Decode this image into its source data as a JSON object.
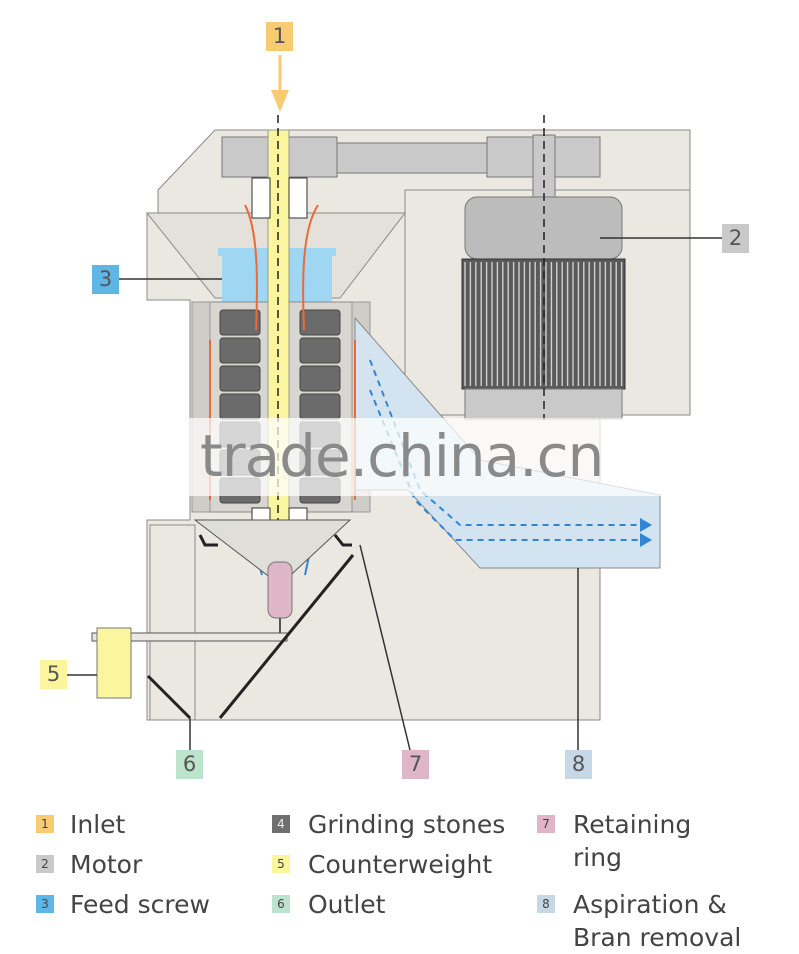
{
  "callouts": [
    {
      "num": "1",
      "color": "#f6cb72"
    },
    {
      "num": "2",
      "color": "#c9c9c9"
    },
    {
      "num": "3",
      "color": "#5fb6e4"
    },
    {
      "num": "5",
      "color": "#fbf59d"
    },
    {
      "num": "6",
      "color": "#bde3cc"
    },
    {
      "num": "7",
      "color": "#dfb6c7"
    },
    {
      "num": "8",
      "color": "#c6d7e6"
    }
  ],
  "legend": [
    {
      "num": "1",
      "label": "Inlet",
      "color": "#f6cb72"
    },
    {
      "num": "2",
      "label": "Motor",
      "color": "#c9c9c9"
    },
    {
      "num": "3",
      "label": "Feed screw",
      "color": "#5fb6e4"
    },
    {
      "num": "4",
      "label": "Grinding stones",
      "color": "#6f6f6f"
    },
    {
      "num": "5",
      "label": "Counterweight",
      "color": "#fbf59d"
    },
    {
      "num": "6",
      "label": "Outlet",
      "color": "#bde3cc"
    },
    {
      "num": "7",
      "label": "Retaining\nring",
      "color": "#dfb6c7"
    },
    {
      "num": "8",
      "label": "Aspiration &\nBran removal",
      "color": "#c6d7e6"
    }
  ],
  "watermark": "trade.china.cn",
  "colors": {
    "housing": "#ebe8e1",
    "stone": "#6b6b6b",
    "shaft": "#fbf59d",
    "feed": "#9fd6f2",
    "aspiration": "#d3e4f0",
    "flow_orange": "#ea6a3a",
    "flow_blue": "#2f86d6"
  }
}
